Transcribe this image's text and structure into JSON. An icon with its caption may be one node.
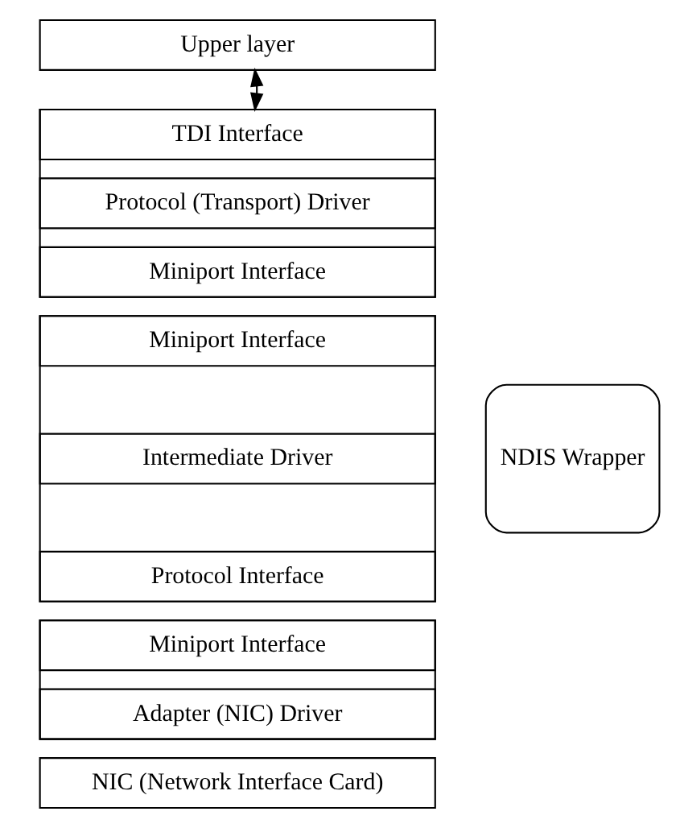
{
  "diagram": {
    "nodes": [
      {
        "text": [
          "Upper layer"
        ]
      },
      {
        "text": [],
        "shape": "box"
      },
      {
        "text": [
          "TDI Interface"
        ],
        "in": 1
      },
      {
        "text": [
          "Protocol (Transport) Driver"
        ],
        "in": 1
      },
      {
        "text": [
          "Miniport Interface"
        ],
        "in": 1
      },
      {
        "text": [],
        "shape": "box"
      },
      {
        "text": [
          "Miniport Interface"
        ],
        "in": 5
      },
      {
        "text": [
          "Intermediate Driver"
        ],
        "in": 5
      },
      {
        "text": [
          "Protocol Interface"
        ],
        "in": 5
      },
      {
        "text": [],
        "shape": "box"
      },
      {
        "text": [
          "Miniport Interface"
        ],
        "in": 9
      },
      {
        "text": [
          "Adapter (NIC) Driver"
        ],
        "in": 9
      },
      {
        "text": [
          "NDIS Wrapper"
        ]
      },
      {
        "text": [
          "NIC (Network Interface Card)"
        ]
      }
    ],
    "edges": [
      {
        "from": 0,
        "to": 2,
        "arrow": "both"
      }
    ]
  }
}
